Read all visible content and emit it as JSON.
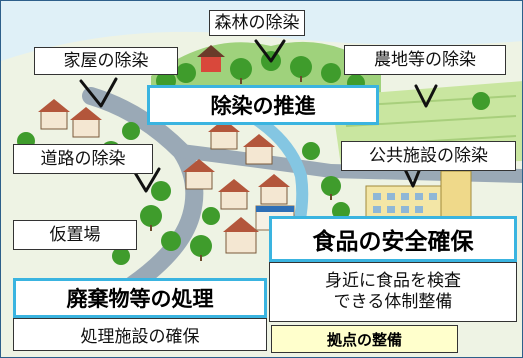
{
  "labels": {
    "forest": "森林の除染",
    "house": "家屋の除染",
    "farmland": "農地等の除染",
    "road": "道路の除染",
    "public": "公共施設の除染",
    "temp_storage": "仮置場",
    "disposal_facility": "処理施設の確保"
  },
  "titles": {
    "decontamination": "除染の推進",
    "food_safety": "食品の安全確保",
    "waste": "廃棄物等の処理"
  },
  "food_inspection": {
    "line1": "身近に食品を検査",
    "line2": "できる体制整備"
  },
  "base": "拠点の整備",
  "colors": {
    "title_border": "#3ab4e0",
    "base_fill": "#ffffcc",
    "sky": "#dff0f7",
    "ground": "#eef3e4",
    "road": "#9aa9b6",
    "river": "#84c6e2",
    "tree": "#3f9c2c"
  }
}
